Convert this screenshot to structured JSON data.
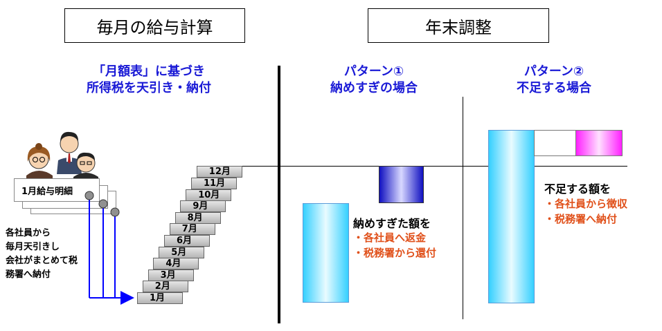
{
  "headers": {
    "left_title": "毎月の給与計算",
    "right_title": "年末調整"
  },
  "monthly": {
    "heading_line1": "「月額表」に基づき",
    "heading_line2": "所得税を天引き・納付",
    "payslip_label": "1月給与明細",
    "note_lines": [
      "各社員から",
      "毎月天引きし",
      "会社がまとめて税",
      "務署へ納付"
    ],
    "months": [
      "1月",
      "2月",
      "3月",
      "4月",
      "5月",
      "6月",
      "7月",
      "8月",
      "9月",
      "10月",
      "11月",
      "12月"
    ]
  },
  "pattern1": {
    "heading_line1": "パターン①",
    "heading_line2": "納めすぎの場合",
    "caption": "納めすぎた額を",
    "items": [
      "・各社員へ返金",
      "・税務署から還付"
    ]
  },
  "pattern2": {
    "heading_line1": "パターン②",
    "heading_line2": "不足する場合",
    "caption": "不足する額を",
    "items": [
      "・各社員から徴収",
      "・税務署へ納付"
    ]
  },
  "colors": {
    "heading_blue": "#1a1ad6",
    "orange_text": "#e0501a",
    "cyan_bar": "#35d0ff",
    "navy_bar": "#1010c0",
    "magenta_bar": "#ff20ff",
    "arrow_blue": "#0000ff"
  },
  "icons": [
    "office-workers-illustration",
    "arrow-right-icon"
  ]
}
